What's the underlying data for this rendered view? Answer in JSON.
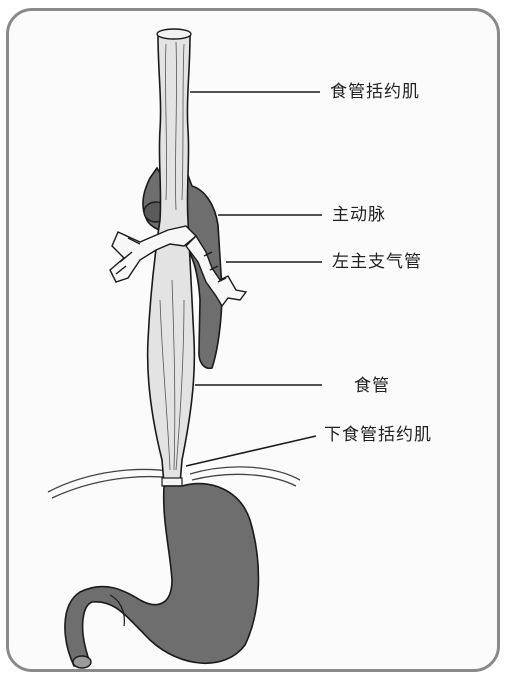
{
  "labels": {
    "upper_sphincter": "食管括约肌",
    "aorta": "主动脉",
    "left_bronchus": "左主支气管",
    "esophagus": "食管",
    "lower_sphincter": "下食管括约肌"
  },
  "colors": {
    "organ_fill": "#6e6e6e",
    "tube_fill": "#e3e3e3",
    "outline": "#1a1a1a",
    "frame": "#8a8a8a"
  }
}
